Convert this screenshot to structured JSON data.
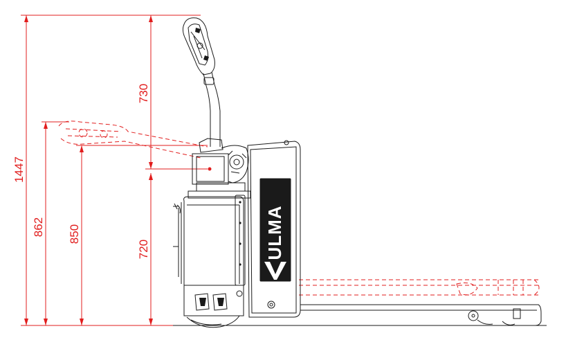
{
  "dimensions": {
    "overall_height": "1447",
    "tiller_horizontal_height": "862",
    "tiller_pivot_height": "850",
    "tiller_length": "730",
    "pivot_height": "720"
  },
  "brand": {
    "name": "ULMA"
  },
  "colors": {
    "dimension": "#e11d1d",
    "ink": "#1a1a1a",
    "background": "#ffffff"
  }
}
